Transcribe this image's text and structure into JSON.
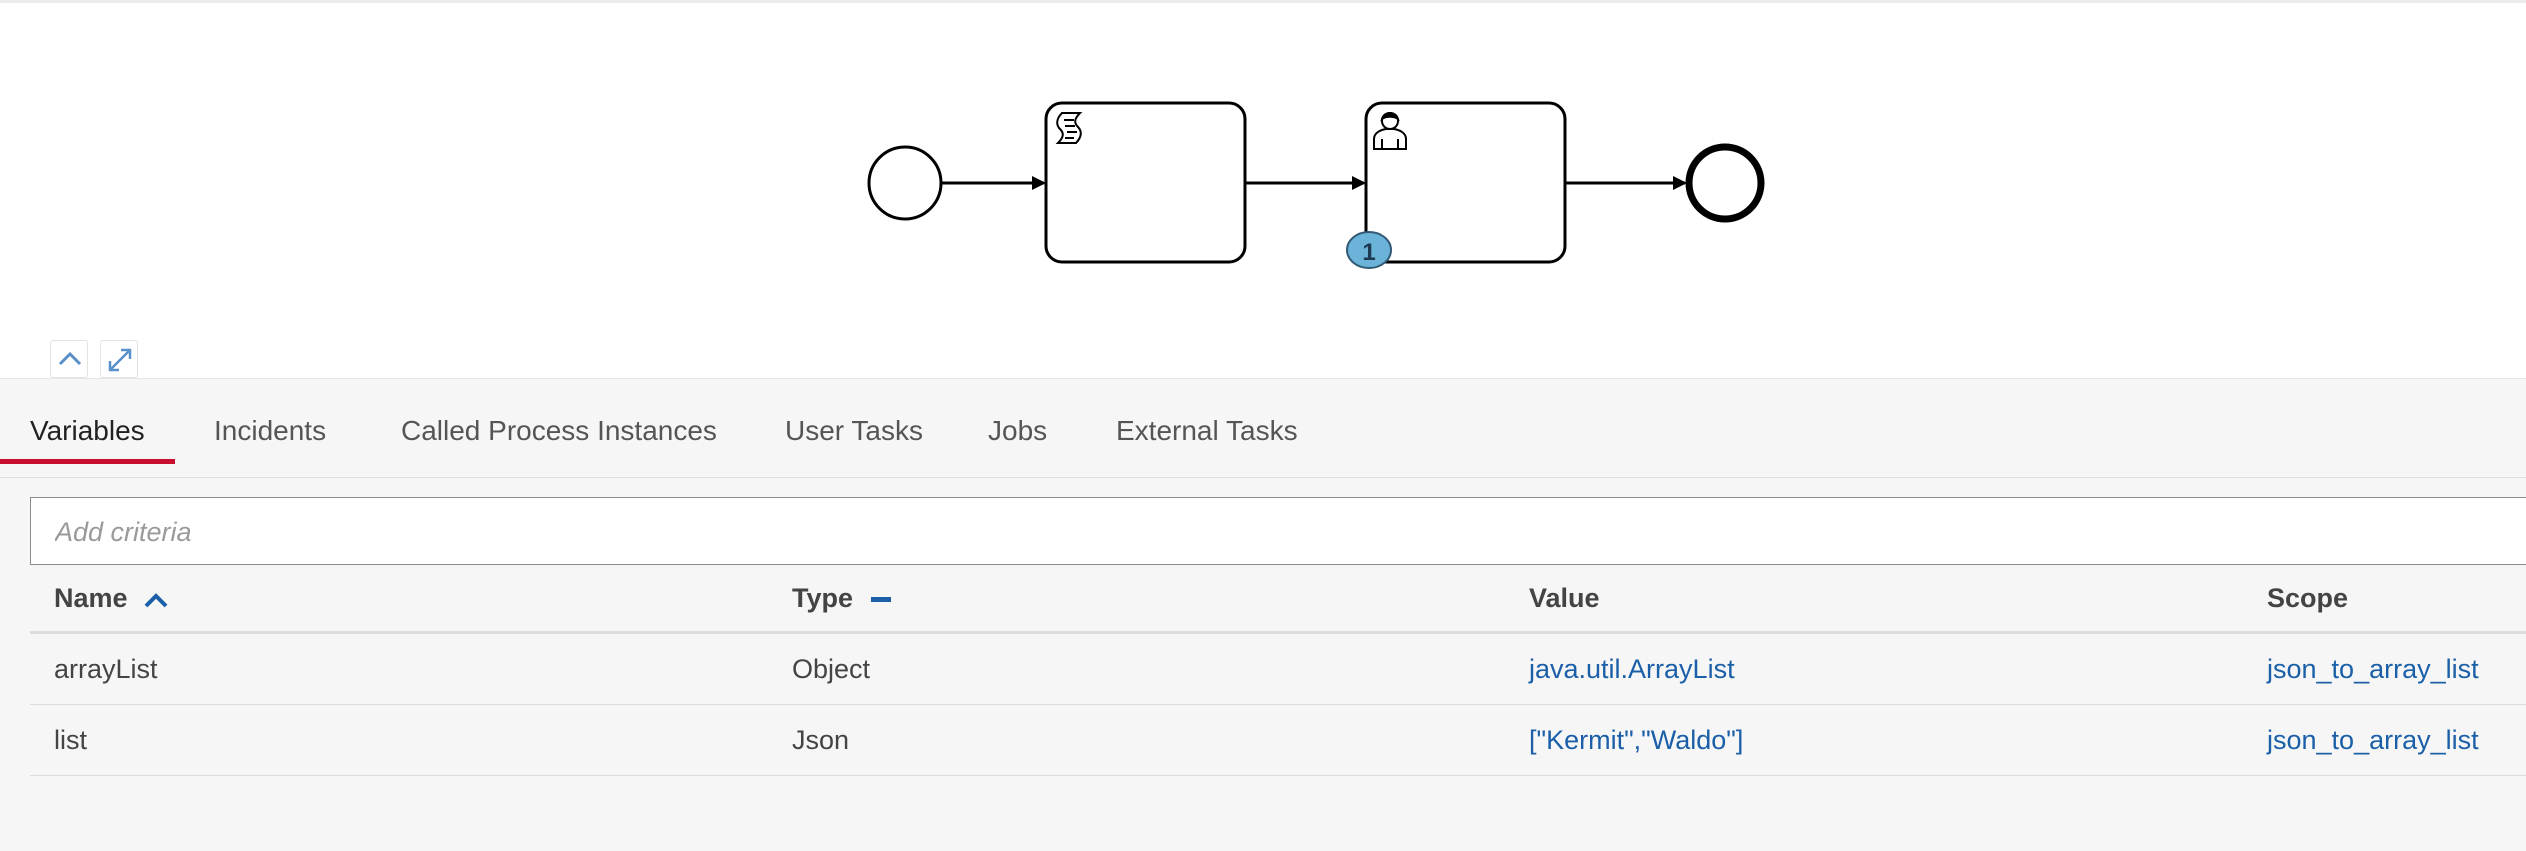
{
  "diagram": {
    "instance_badge": "1",
    "controls": {
      "collapse_icon": "chevron-up-icon",
      "fullscreen_icon": "expand-diagonal-icon"
    }
  },
  "tabs": [
    {
      "label": "Variables",
      "active": true
    },
    {
      "label": "Incidents",
      "active": false
    },
    {
      "label": "Called Process Instances",
      "active": false
    },
    {
      "label": "User Tasks",
      "active": false
    },
    {
      "label": "Jobs",
      "active": false
    },
    {
      "label": "External Tasks",
      "active": false
    }
  ],
  "criteria": {
    "placeholder": "Add criteria",
    "value": ""
  },
  "table": {
    "columns": {
      "name": "Name",
      "type": "Type",
      "value": "Value",
      "scope": "Scope"
    },
    "sort": {
      "name": "ascending",
      "type": "none"
    },
    "rows": [
      {
        "name": "arrayList",
        "type": "Object",
        "value": "java.util.ArrayList",
        "scope": "json_to_array_list"
      },
      {
        "name": "list",
        "type": "Json",
        "value": "[\"Kermit\",\"Waldo\"]",
        "scope": "json_to_array_list"
      }
    ]
  },
  "colors": {
    "active_tab_underline": "#c8102e",
    "link": "#1a5fa8",
    "badge": "#6bb3d9"
  }
}
